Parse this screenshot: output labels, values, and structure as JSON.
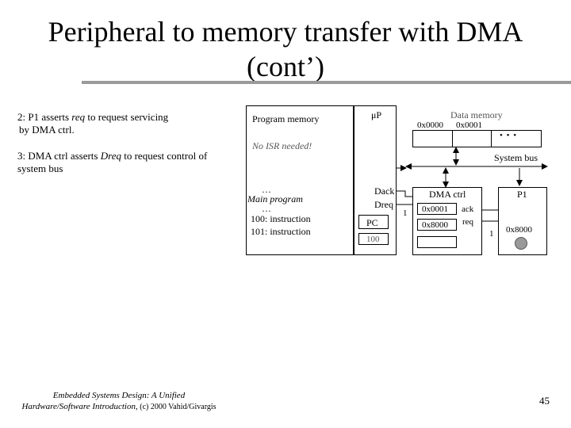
{
  "title_line1": "Peripheral to memory transfer with DMA",
  "title_line2": "(cont’)",
  "steps": {
    "step2_num": "2:",
    "step2_a": " P1 asserts ",
    "step2_req": "req",
    "step2_b": " to request servicing",
    "step2_line2": "by DMA ctrl.",
    "step3_num": "3:",
    "step3_a": " DMA ctrl asserts ",
    "step3_dreq": "Dreq",
    "step3_b": " to request control of",
    "step3_line2": "system bus"
  },
  "program_memory": {
    "label": "Program memory",
    "isr_note": "No ISR needed!",
    "dots1": "…",
    "main_program": "Main program",
    "dots2": "…",
    "line100": "100:  instruction",
    "line101": "101:  instruction"
  },
  "cpu": {
    "label": "μP",
    "dack": "Dack",
    "dreq": "Dreq",
    "pc_label": "PC",
    "pc_value": "100",
    "dreq_value": "1"
  },
  "data_memory": {
    "label": "Data memory",
    "addr0": "0x0000",
    "addr1": "0x0001",
    "ellipsis": "• • •"
  },
  "system_bus": "System bus",
  "dma_ctrl": {
    "label": "DMA ctrl",
    "reg1": "0x0001",
    "reg2": "0x8000",
    "ack": "ack",
    "req": "req"
  },
  "p1": {
    "label": "P1",
    "addr": "0x8000",
    "req_value": "1"
  },
  "footer": {
    "line1": "Embedded Systems Design: A Unified",
    "line2": "Hardware/Software Introduction,",
    "copyright": " (c) 2000 Vahid/Givargis"
  },
  "page_number": "45"
}
